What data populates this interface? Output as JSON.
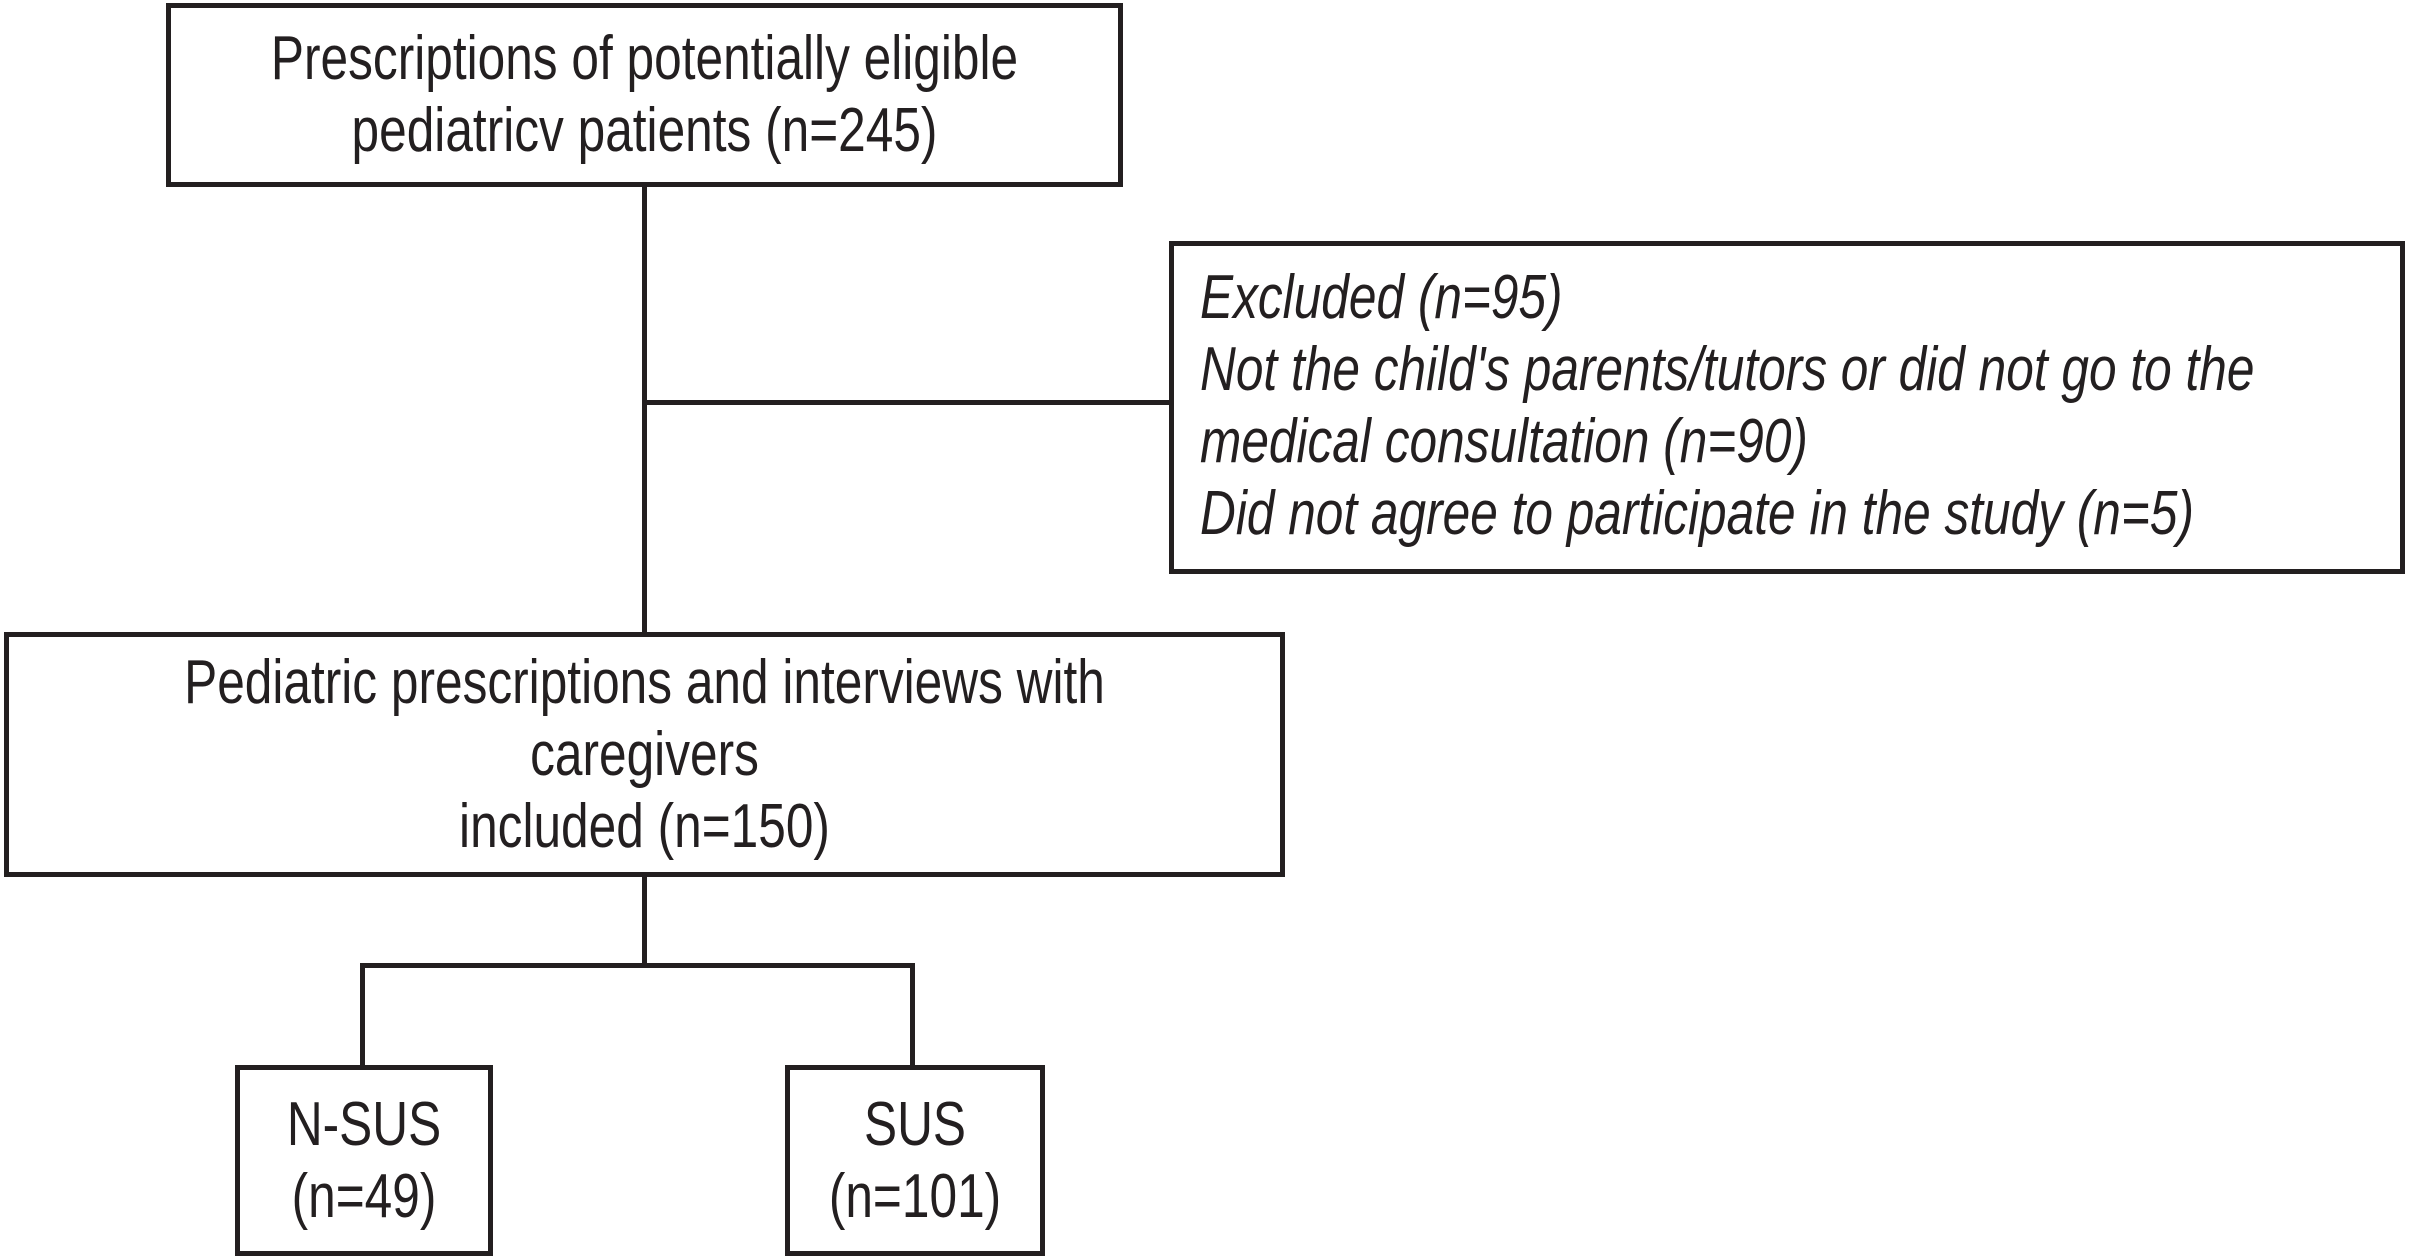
{
  "figure": {
    "type": "flowchart",
    "background_color": "#ffffff",
    "line_color": "#231f20",
    "text_color": "#231f20"
  },
  "counts": {
    "eligible": 245,
    "excluded": 95,
    "not_parents_or_no_consultation": 90,
    "did_not_agree": 5,
    "included": 150,
    "n_sus": 49,
    "sus": 101
  },
  "nodes": {
    "eligible": {
      "lines": [
        "Prescriptions of potentially eligible",
        "pediatricv patients (n=245)"
      ]
    },
    "excluded": {
      "lines": [
        "Excluded (n=95)",
        "Not the child's parents/tutors or did not go to the",
        "medical consultation (n=90)",
        "Did not agree to participate in the study (n=5)"
      ]
    },
    "included": {
      "lines": [
        "Pediatric prescriptions and interviews with",
        "caregivers",
        "included (n=150)"
      ]
    },
    "nsus": {
      "lines": [
        "N-SUS",
        "(n=49)"
      ]
    },
    "sus": {
      "lines": [
        "SUS",
        "(n=101)"
      ]
    }
  }
}
